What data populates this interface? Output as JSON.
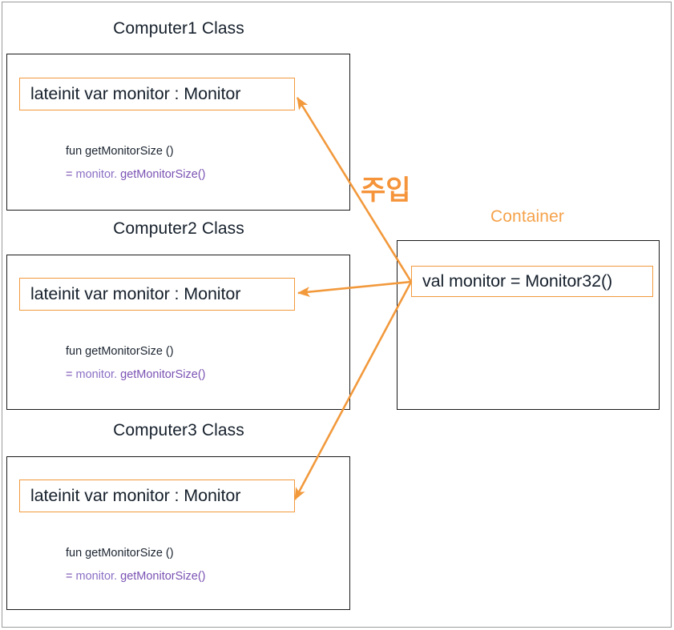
{
  "diagram": {
    "title_hidden": "",
    "accent_color": "#f2993c",
    "code_color": "#7a52b3",
    "text_color": "#16202c",
    "inject_label": "주입",
    "container_label": "Container",
    "classes": [
      {
        "title": "Computer1 Class",
        "field": "lateinit var monitor : Monitor",
        "fun_line": "fun getMonitorSize ()",
        "code_eq": "=",
        "code_ident": "monitor",
        "code_dot": ".",
        "code_call": "getMonitorSize()"
      },
      {
        "title": "Computer2 Class",
        "field": "lateinit var monitor : Monitor",
        "fun_line": "fun getMonitorSize ()",
        "code_eq": "=",
        "code_ident": "monitor",
        "code_dot": ".",
        "code_call": "getMonitorSize()"
      },
      {
        "title": "Computer3 Class",
        "field": "lateinit var monitor : Monitor",
        "fun_line": "fun getMonitorSize ()",
        "code_eq": "=",
        "code_ident": "monitor",
        "code_dot": ".",
        "code_call": "getMonitorSize()"
      }
    ],
    "container": {
      "label": "Container",
      "declaration": "val monitor = Monitor32()"
    }
  }
}
